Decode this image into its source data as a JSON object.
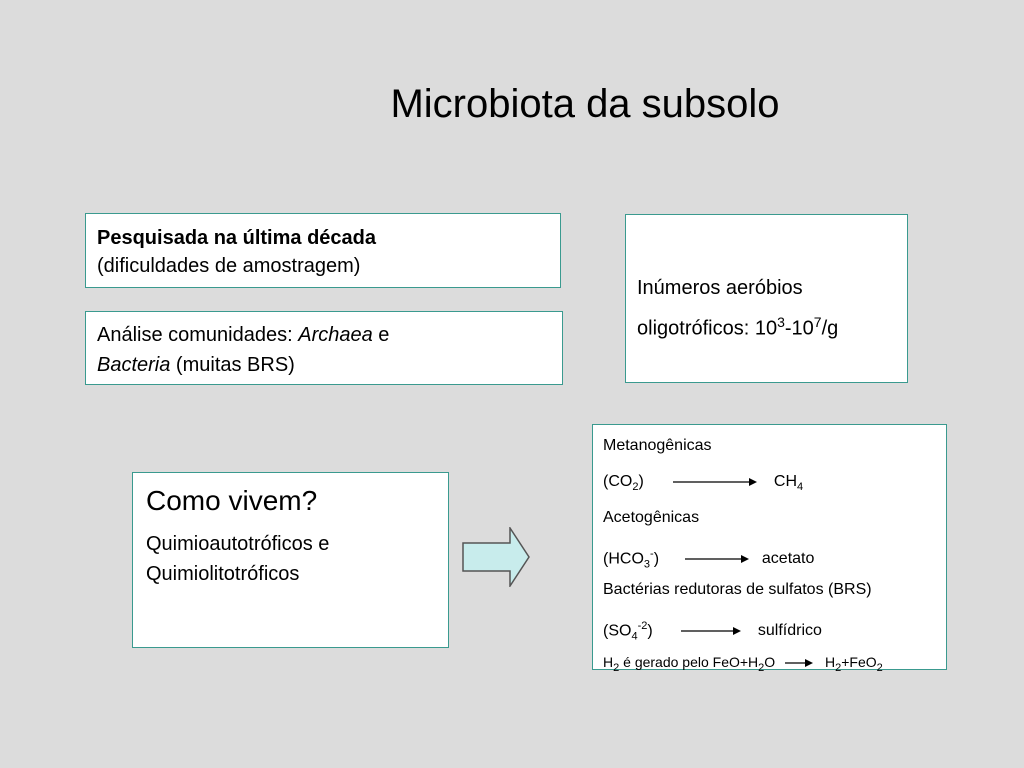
{
  "title": "Microbiota da subsolo",
  "box_research": {
    "line1": "Pesquisada na última década",
    "line2": "(dificuldades de amostragem)"
  },
  "box_analysis": {
    "prefix": "Análise comunidades: ",
    "archaea": "Archaea",
    "and": " e",
    "bacteria": "Bacteria",
    "suffix": " (muitas BRS)"
  },
  "box_aerobes": {
    "line1": "Inúmeros aeróbios",
    "line2_text": "oligotróficos: 10",
    "exp1": "3",
    "dash": "-10",
    "exp2": "7",
    "unit": "/g"
  },
  "box_how": {
    "question": "Como vivem?",
    "answer_line1": "Quimioautotróficos e",
    "answer_line2": "Quimiolitotróficos"
  },
  "box_processes": {
    "methanogenic": "Metanogênicas",
    "r1_left_a": "(CO",
    "r1_left_sub": "2",
    "r1_left_b": ")",
    "r1_right_a": "CH",
    "r1_right_sub": "4",
    "acetogenic": "Acetogênicas",
    "r2_left_a": "(HCO",
    "r2_left_sub": "3",
    "r2_left_sup": "-",
    "r2_left_b": ")",
    "r2_right": "acetato",
    "brs": "Bactérias redutoras de sulfatos (BRS)",
    "r3_left_a": "(SO",
    "r3_left_sub": "4",
    "r3_left_sup": "-2",
    "r3_left_b": ")",
    "r3_right": "sulfídrico",
    "h2_a": "H",
    "h2_sub": "2",
    "h2_b": " é gerado pelo FeO+H",
    "h2_sub2": "2",
    "h2_c": "O",
    "h2_right_a": "H",
    "h2_right_sub": "2",
    "h2_right_b": "+FeO",
    "h2_right_sub2": "2"
  },
  "colors": {
    "background": "#dcdcdc",
    "box_border": "#3a9a8f",
    "arrow_fill": "#c8ecec"
  },
  "icons": {
    "big_arrow": "right-block-arrow-icon",
    "reaction_arrow": "right-arrow-icon"
  }
}
